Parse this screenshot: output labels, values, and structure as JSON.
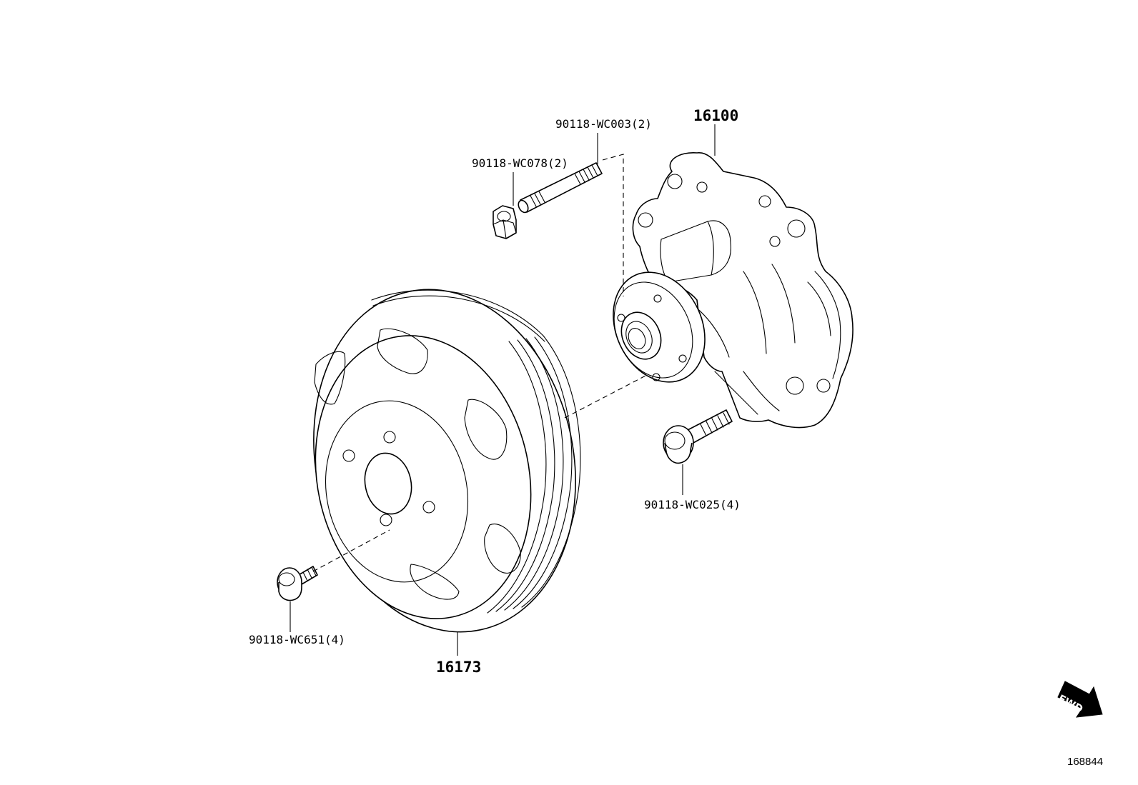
{
  "diagram": {
    "labels": {
      "water_pump": "16100",
      "pulley": "16173",
      "stud_bolt": "90118-WC003(2)",
      "stud_nut": "90118-WC078(2)",
      "pump_bolt": "90118-WC025(4)",
      "pulley_bolt": "90118-WC651(4)"
    },
    "fwd_mark": "FWD",
    "illustration_number": "168844"
  }
}
